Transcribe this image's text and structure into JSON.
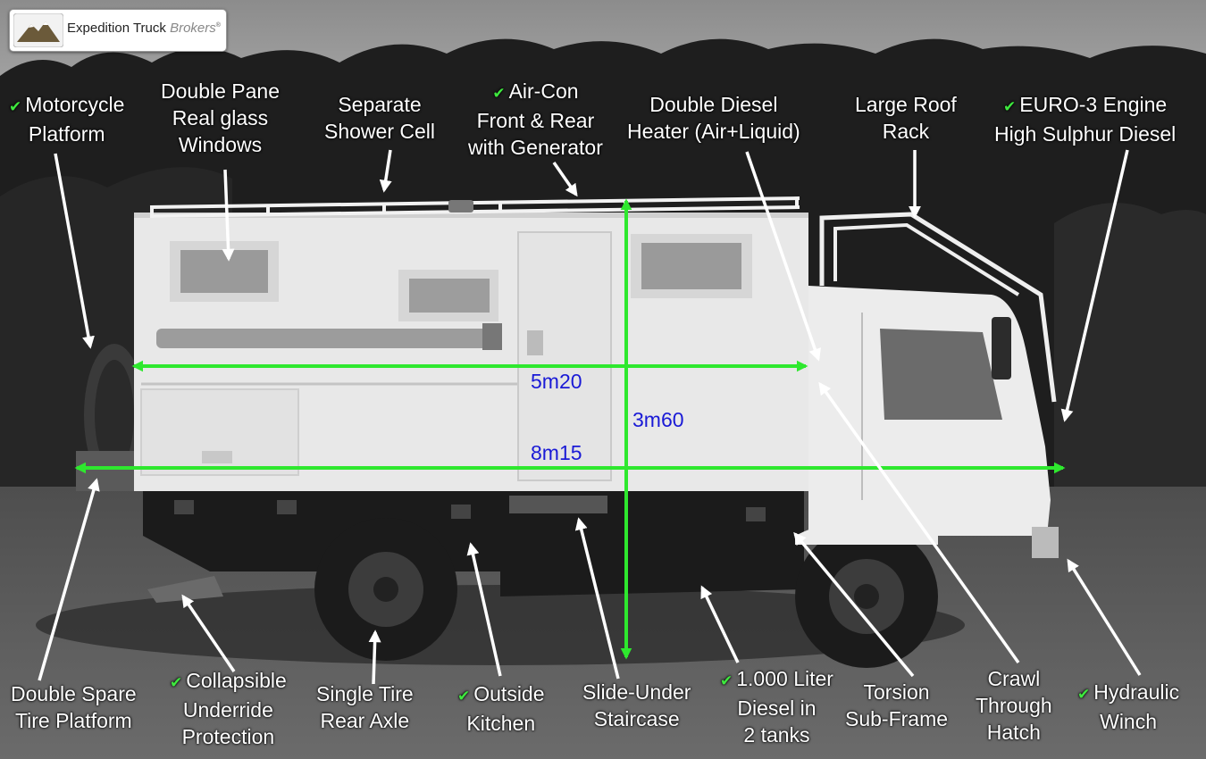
{
  "logo": {
    "brand_main": "Expedition Truck",
    "brand_accent": "Brokers",
    "brand_mark": "®"
  },
  "check_glyph": "✔",
  "colors": {
    "dimension_arrow": "#2ee82e",
    "dimension_text": "#1a1ad6",
    "check": "#3ee83e",
    "label_text": "#ffffff"
  },
  "dimensions": {
    "box_length": "5m20",
    "total_height": "3m60",
    "total_length": "8m15"
  },
  "features": [
    {
      "lines": [
        "Motorcycle",
        "Platform"
      ],
      "checked": true
    },
    {
      "lines": [
        "Double Pane",
        "Real glass",
        "Windows"
      ],
      "checked": false
    },
    {
      "lines": [
        "Separate",
        "Shower Cell"
      ],
      "checked": false
    },
    {
      "lines": [
        "Air-Con",
        "Front & Rear",
        "with Generator"
      ],
      "checked": true
    },
    {
      "lines": [
        "Double Diesel",
        "Heater (Air+Liquid)"
      ],
      "checked": false
    },
    {
      "lines": [
        "Large Roof",
        "Rack"
      ],
      "checked": false
    },
    {
      "lines": [
        "EURO-3 Engine",
        "High Sulphur Diesel"
      ],
      "checked": true
    },
    {
      "lines": [
        "Double Spare",
        "Tire Platform"
      ],
      "checked": false
    },
    {
      "lines": [
        "Collapsible",
        "Underride",
        "Protection"
      ],
      "checked": true
    },
    {
      "lines": [
        "Single Tire",
        "Rear Axle"
      ],
      "checked": false
    },
    {
      "lines": [
        "Outside",
        "Kitchen"
      ],
      "checked": true
    },
    {
      "lines": [
        "Slide-Under",
        "Staircase"
      ],
      "checked": false
    },
    {
      "lines": [
        "1.000 Liter",
        "Diesel in",
        "2 tanks"
      ],
      "checked": true
    },
    {
      "lines": [
        "Torsion",
        "Sub-Frame"
      ],
      "checked": false
    },
    {
      "lines": [
        "Crawl",
        "Through",
        "Hatch"
      ],
      "checked": false
    },
    {
      "lines": [
        "Hydraulic",
        "Winch"
      ],
      "checked": true
    }
  ]
}
